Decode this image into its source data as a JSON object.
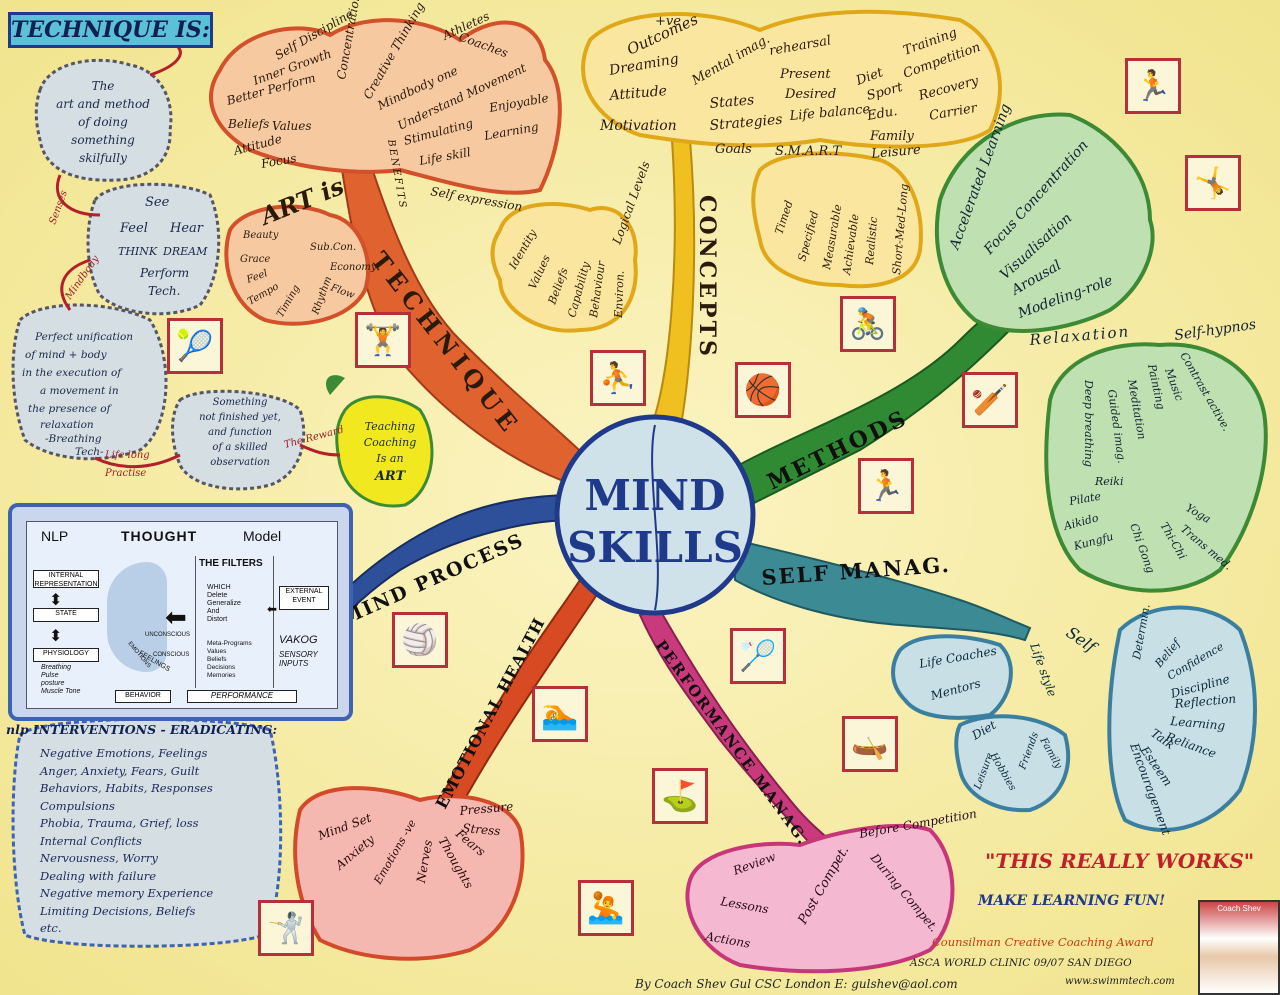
{
  "center": {
    "line1": "MIND",
    "line2": "SKILLS"
  },
  "banner": "TECHNIQUE IS:",
  "technique_defs": {
    "definition": [
      "The",
      "art and method",
      "of doing",
      "something",
      "skilfully"
    ],
    "senses_label": "Senses",
    "senses": [
      "See",
      "Feel",
      "Hear",
      "THINK",
      "DREAM",
      "Perform",
      "Tech."
    ],
    "mindbody_label": "Mindbody",
    "unification": [
      "Perfect unification",
      "of mind + body",
      "in the execution of",
      "a movement in",
      "the presence of",
      "relaxation",
      "-Breathing",
      "Tech-"
    ],
    "life_long": "Life long",
    "practise": "Practise",
    "unfinished": [
      "Something",
      "not finished yet,",
      "and function",
      "of a skilled",
      "observation"
    ],
    "the_reward": "The Reward",
    "apple": [
      "Teaching",
      "Coaching",
      "Is an",
      "ART"
    ]
  },
  "branches": {
    "technique": "TECHNIQUE",
    "concepts": "CONCEPTS",
    "methods": "METHODS",
    "self_manag": "SELF MANAG.",
    "performance": "PERFORMANCE MANAG.",
    "emotional": "EMOTIONAL HEALTH",
    "mind_process": "MIND PROCESS"
  },
  "art_is": {
    "title": "ART is",
    "benefits": "BENEFITS",
    "upper": [
      "Self Discipline",
      "Concentration",
      "Creative Thinking",
      "Athletes",
      "Coaches",
      "Inner Growth",
      "Better Perform",
      "Mindbody one",
      "Beliefs",
      "Values",
      "Understand Movement",
      "Attitude",
      "Stimulating",
      "Enjoyable",
      "Focus",
      "Life skill",
      "Learning",
      "Self expression"
    ],
    "lower": [
      "Beauty",
      "Grace",
      "Feel",
      "Tempo",
      "Timing",
      "Rhythm",
      "Flow",
      "Economy",
      "Sub.Con."
    ]
  },
  "concepts": {
    "upper": [
      "+ve",
      "Outcomes",
      "Mental imag.",
      "rehearsal",
      "Training",
      "Dreaming",
      "Present",
      "Competition",
      "Attitude",
      "States",
      "Desired",
      "Diet",
      "Recovery",
      "Sport",
      "Carrier",
      "Strategies",
      "Life balance",
      "Edu.",
      "Family",
      "Motivation",
      "Leisure",
      "Goals",
      "S.M.A.R.T"
    ],
    "logical": "Logical Levels",
    "levels": [
      "Identity",
      "Values",
      "Beliefs",
      "Capability",
      "Behaviour",
      "Environ."
    ],
    "smart": [
      "Timed",
      "Specified",
      "Measurable",
      "Achievable",
      "Realistic",
      "Short-Med-Long"
    ]
  },
  "methods": {
    "upper": [
      "Accelerated Learning",
      "Focus Concentration",
      "Visualisation",
      "Arousal",
      "Modeling-role",
      "Relaxation",
      "Self-hypnos"
    ],
    "lower": [
      "Contrast active.",
      "Music",
      "Painting",
      "Meditation",
      "Guided imag.",
      "Deep breathing",
      "Reiki",
      "Pilate",
      "Aikido",
      "Kungfu",
      "Chi Gong",
      "Thi-Chi",
      "Yoga",
      "Trans med."
    ]
  },
  "self_manag": {
    "self": "Self",
    "life_style": "Life style",
    "left": [
      "Life Coaches",
      "Mentors",
      "Diet",
      "Hobbies",
      "Leisure",
      "Friends",
      "Family"
    ],
    "right": [
      "Determin.",
      "Belief",
      "Confidence",
      "Discipline",
      "Reflection",
      "Learning",
      "Reliance",
      "Talk",
      "Esteem",
      "Encouragement"
    ]
  },
  "performance": {
    "items": [
      "Before Competition",
      "During Compet.",
      "Post Compet.",
      "Review",
      "Lessons",
      "Actions"
    ]
  },
  "emotional": {
    "items": [
      "Mind Set",
      "Anxiety",
      "Emotions -ve",
      "Nerves",
      "Thoughts",
      "Fears",
      "Stress",
      "Pressure"
    ]
  },
  "nlp": {
    "title_a": "NLP",
    "title_b": "THOUGHT",
    "title_c": "Model",
    "internal": "INTERNAL REPRESENTATION",
    "state": "STATE",
    "physiology": "PHYSIOLOGY",
    "physio_items": [
      "Breathing",
      "Pulse",
      "posture",
      "Muscle Tone"
    ],
    "behavior": "BEHAVIOR",
    "performance": "PERFORMANCE",
    "filters_title": "THE FILTERS",
    "filters_sub": [
      "WHICH",
      "Delete",
      "Generalize",
      "And",
      "Distort"
    ],
    "unconscious": "UNCONSCIOUS",
    "conscious": "CONSCIOUS",
    "filters_list": [
      "Meta-Programs",
      "Values",
      "Beliefs",
      "Decisions",
      "Memories"
    ],
    "external": "EXTERNAL EVENT",
    "vakog": "VAKOG",
    "sensory": "SENSORY INPUTS",
    "feelings": "FEELINGS",
    "emotions": "EMOTIONS"
  },
  "interventions": {
    "title": "nlp INTERVENTIONS - ERADICATING:",
    "items": [
      "Negative Emotions, Feelings",
      "Anger, Anxiety, Fears, Guilt",
      "Behaviors, Habits, Responses",
      "Compulsions",
      "Phobia, Trauma, Grief, loss",
      "Internal Conflicts",
      "Nervousness, Worry",
      "Dealing with failure",
      "Negative memory Experience",
      "Limiting Decisions, Beliefs",
      "etc."
    ]
  },
  "footer": {
    "really_works": "\"THIS REALLY WORKS\"",
    "make_fun": "MAKE LEARNING FUN!",
    "award": "Counsilman Creative Coaching Award",
    "clinic": "ASCA WORLD CLINIC 09/07 SAN DIEGO",
    "byline": "By Coach Shev Gul CSC London E: gulshev@aol.com",
    "website": "www.swimmtech.com",
    "photo_caption": "Coach Shev"
  },
  "icons": [
    "tennis-player",
    "diver",
    "weightlifter",
    "tennis-serve",
    "cyclist",
    "basketball",
    "cricket",
    "runner",
    "volleyball",
    "squash",
    "basketball-shot",
    "swimmer",
    "kayaker",
    "bowler",
    "synchro-swimmer",
    "fencer"
  ],
  "colors": {
    "technique": "#d9542a",
    "concepts": "#e8b420",
    "methods": "#2f7d2f",
    "self_manag": "#3a8a8e",
    "performance": "#c8367a",
    "emotional": "#d84a22",
    "mind_process": "#2e4f9a",
    "center_fill": "#cfe2ea",
    "center_stroke": "#1f3a8a",
    "background": "#f6eea8"
  }
}
